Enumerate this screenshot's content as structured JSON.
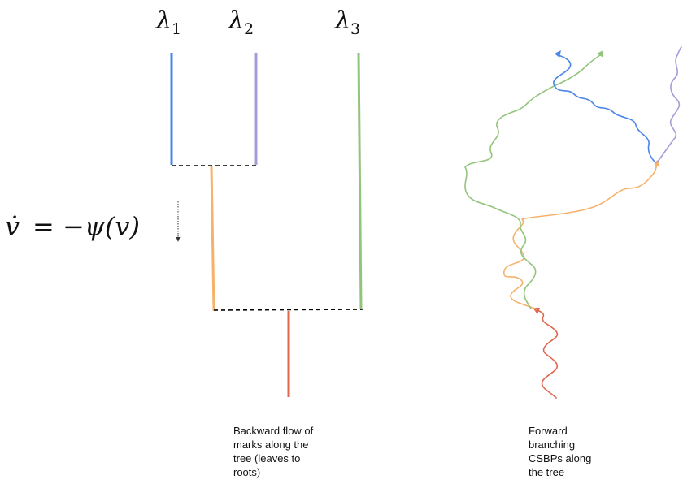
{
  "leaf_labels": {
    "lambda1": {
      "sym": "λ",
      "sub": "1"
    },
    "lambda2": {
      "sym": "λ",
      "sub": "2"
    },
    "lambda3": {
      "sym": "λ",
      "sub": "3"
    }
  },
  "equation": {
    "lhs": "v̇",
    "rhs": "= −ψ(v)"
  },
  "captions": {
    "backward": [
      "Backward flow of",
      "marks along the",
      "tree (leaves to",
      "roots)"
    ],
    "forward": [
      "Forward",
      "branching",
      "CSBPs along",
      "the tree"
    ]
  },
  "colors": {
    "blue": "#4a86e8",
    "purple": "#a89bd8",
    "green": "#93c47d",
    "orange": "#f6b26b",
    "red": "#e06650",
    "dashed": "#000000"
  }
}
